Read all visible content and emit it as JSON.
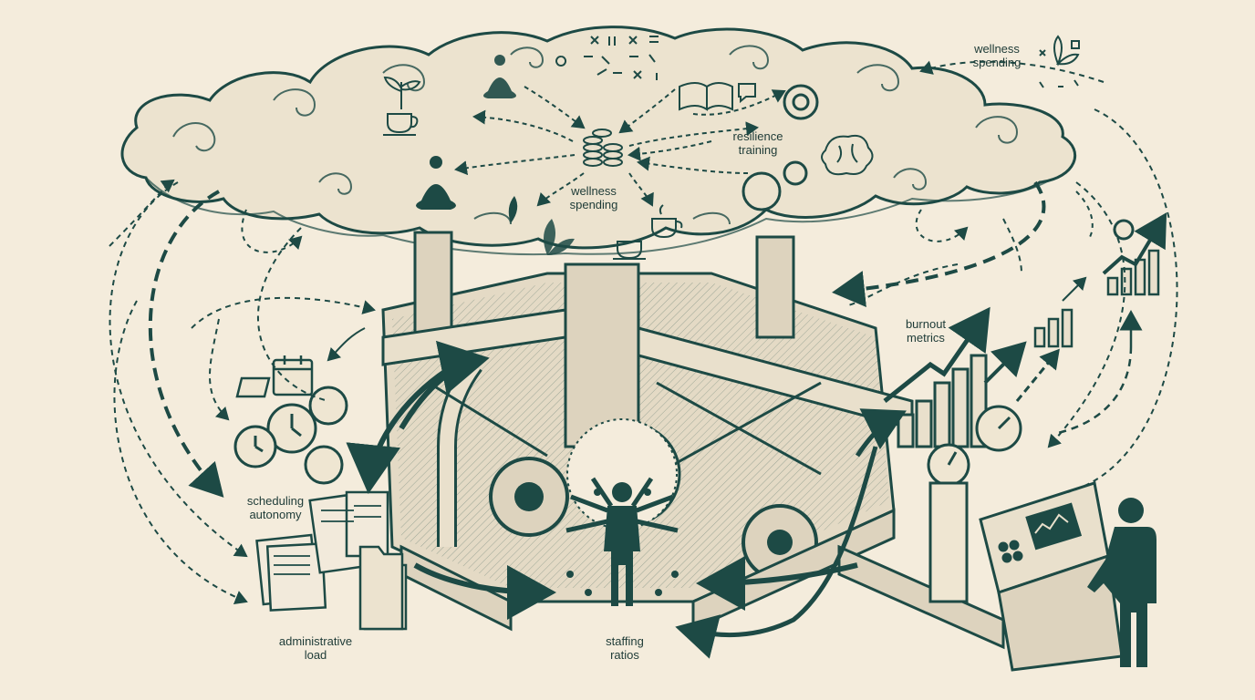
{
  "labels": {
    "wellness_top": [
      "wellness",
      "spending"
    ],
    "wellness_center": [
      "wellness",
      "spending"
    ],
    "resilience": [
      "resilience",
      "training"
    ],
    "burnout": [
      "burnout",
      "metrics"
    ],
    "scheduling": [
      "scheduling",
      "autonomy"
    ],
    "administrative": [
      "administrative",
      "load"
    ],
    "staffing": [
      "staffing",
      "ratios"
    ]
  },
  "colors": {
    "ink": "#1d4a45",
    "ink_dark": "#163a36",
    "paper": "#f4ecdc",
    "fill_light": "#e9e0cc",
    "fill_mid": "#d8cfba"
  },
  "icons": [
    "meditation-icon",
    "coffee-cup-icon",
    "plant-icon",
    "book-icon",
    "gear-icon",
    "brain-icon",
    "coin-stack-icon",
    "clock-icon",
    "calendar-icon",
    "document-icon",
    "folder-icon",
    "bar-chart-icon",
    "gauge-icon",
    "control-panel-icon",
    "person-silhouette-icon",
    "clinician-icon"
  ]
}
